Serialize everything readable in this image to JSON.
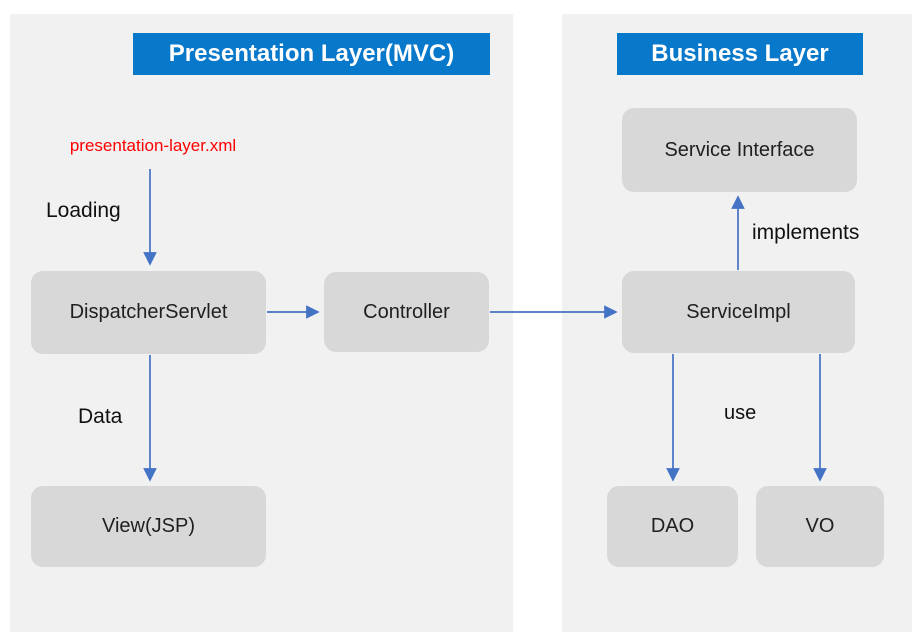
{
  "diagram": {
    "panels": {
      "presentation": {
        "title": "Presentation Layer(MVC)"
      },
      "business": {
        "title": "Business Layer"
      }
    },
    "nodes": {
      "config_file": "presentation-layer.xml",
      "dispatcher_servlet": "DispatcherServlet",
      "controller": "Controller",
      "view_jsp": "View(JSP)",
      "service_interface": "Service Interface",
      "service_impl": "ServiceImpl",
      "dao": "DAO",
      "vo": "VO"
    },
    "edge_labels": {
      "loading": "Loading",
      "data": "Data",
      "implements": "implements",
      "use": "use"
    },
    "colors": {
      "header_blue": "#0878ca",
      "box_gray": "#d8d8d8",
      "panel_gray": "#f1f1f2",
      "arrow_blue": "#4472c4",
      "config_red": "#fe0000"
    }
  }
}
